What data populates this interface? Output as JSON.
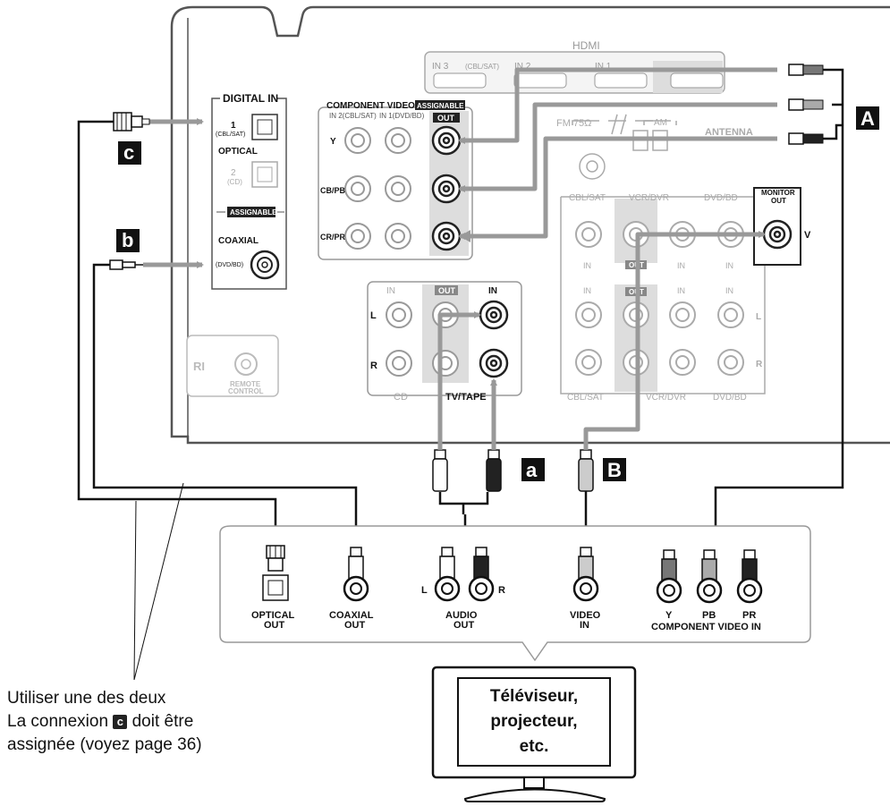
{
  "receiver": {
    "hdmi": {
      "title": "HDMI",
      "ports": [
        "IN 3",
        "(CBL/SAT)",
        "IN 2",
        "IN 1"
      ]
    },
    "digital_in": {
      "title": "DIGITAL IN",
      "opt1": "1",
      "opt1_sub": "(CBL/SAT)",
      "optical": "OPTICAL",
      "opt2": "2",
      "opt2_sub": "(CD)",
      "assignable": "ASSIGNABLE",
      "coaxial": "COAXIAL",
      "coax_sub": "(DVD/BD)"
    },
    "component_video": {
      "title": "COMPONENT VIDEO",
      "assignable": "ASSIGNABLE",
      "in2": "IN 2(CBL/SAT)",
      "in1": "IN 1(DVD/BD)",
      "out": "OUT",
      "y": "Y",
      "cb": "CB/PB",
      "cr": "CR/PR"
    },
    "antenna": {
      "title": "ANTENNA",
      "fm": "FM 75Ω",
      "am": "AM"
    },
    "video_section": {
      "cbl_sat": "CBL/SAT",
      "vcr_dvr": "VCR/DVR",
      "dvd_bd": "DVD/BD",
      "monitor_out": "MONITOR",
      "monitor_out2": "OUT",
      "v": "V",
      "in": "IN",
      "out": "OUT",
      "l": "L",
      "r": "R"
    },
    "audio": {
      "in": "IN",
      "out": "OUT",
      "l": "L",
      "r": "R",
      "cd": "CD",
      "tv_tape": "TV/TAPE"
    },
    "remote": {
      "ri": "RI",
      "label1": "REMOTE",
      "label2": "CONTROL"
    }
  },
  "badges": {
    "A": "A",
    "B": "B",
    "a": "a",
    "b": "b",
    "c": "c"
  },
  "tv_panel": {
    "optical_out": [
      "OPTICAL",
      "OUT"
    ],
    "coaxial_out": [
      "COAXIAL",
      "OUT"
    ],
    "audio_out": [
      "AUDIO",
      "OUT"
    ],
    "audio_l": "L",
    "audio_r": "R",
    "video_in": [
      "VIDEO",
      "IN"
    ],
    "y": "Y",
    "pb": "PB",
    "pr": "PR",
    "component_video_in": "COMPONENT VIDEO IN"
  },
  "tv_screen": {
    "line1": "Téléviseur,",
    "line2": "projecteur,",
    "line3": "etc."
  },
  "note": {
    "line1": "Utiliser une des deux",
    "line2_pre": "La connexion",
    "line2_badge": "c",
    "line2_post": "doit être",
    "line3": "assignée (voyez page 36)"
  }
}
